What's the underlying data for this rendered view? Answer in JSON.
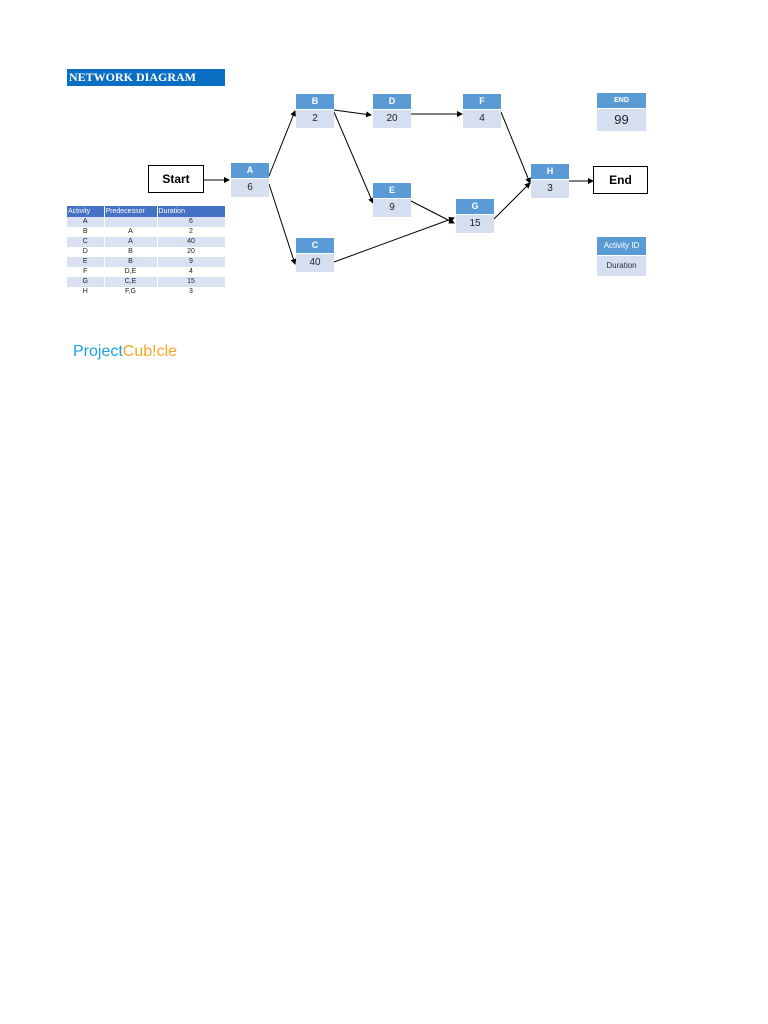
{
  "title": "NETWORK DIAGRAM",
  "start_label": "Start",
  "end_label": "End",
  "nodes": {
    "A": {
      "id": "A",
      "duration": "6"
    },
    "B": {
      "id": "B",
      "duration": "2"
    },
    "C": {
      "id": "C",
      "duration": "40"
    },
    "D": {
      "id": "D",
      "duration": "20"
    },
    "E": {
      "id": "E",
      "duration": "9"
    },
    "F": {
      "id": "F",
      "duration": "4"
    },
    "G": {
      "id": "G",
      "duration": "15"
    },
    "H": {
      "id": "H",
      "duration": "3"
    }
  },
  "edges": [
    [
      "Start",
      "A"
    ],
    [
      "A",
      "B"
    ],
    [
      "A",
      "C"
    ],
    [
      "B",
      "D"
    ],
    [
      "B",
      "E"
    ],
    [
      "D",
      "F"
    ],
    [
      "E",
      "G"
    ],
    [
      "C",
      "G"
    ],
    [
      "F",
      "H"
    ],
    [
      "G",
      "H"
    ],
    [
      "H",
      "End"
    ]
  ],
  "end_box": {
    "label": "END",
    "value": "99"
  },
  "legend": {
    "id_label": "Activity ID",
    "duration_label": "Duration"
  },
  "table": {
    "headers": [
      "Activity",
      "Predecessor",
      "Duration"
    ],
    "rows": [
      [
        "A",
        "",
        "6"
      ],
      [
        "B",
        "A",
        "2"
      ],
      [
        "C",
        "A",
        "40"
      ],
      [
        "D",
        "B",
        "20"
      ],
      [
        "E",
        "B",
        "9"
      ],
      [
        "F",
        "D,E",
        "4"
      ],
      [
        "G",
        "C,E",
        "15"
      ],
      [
        "H",
        "F,G",
        "3"
      ]
    ]
  },
  "logo": {
    "part1": "Project",
    "part2": "Cub!cle"
  }
}
